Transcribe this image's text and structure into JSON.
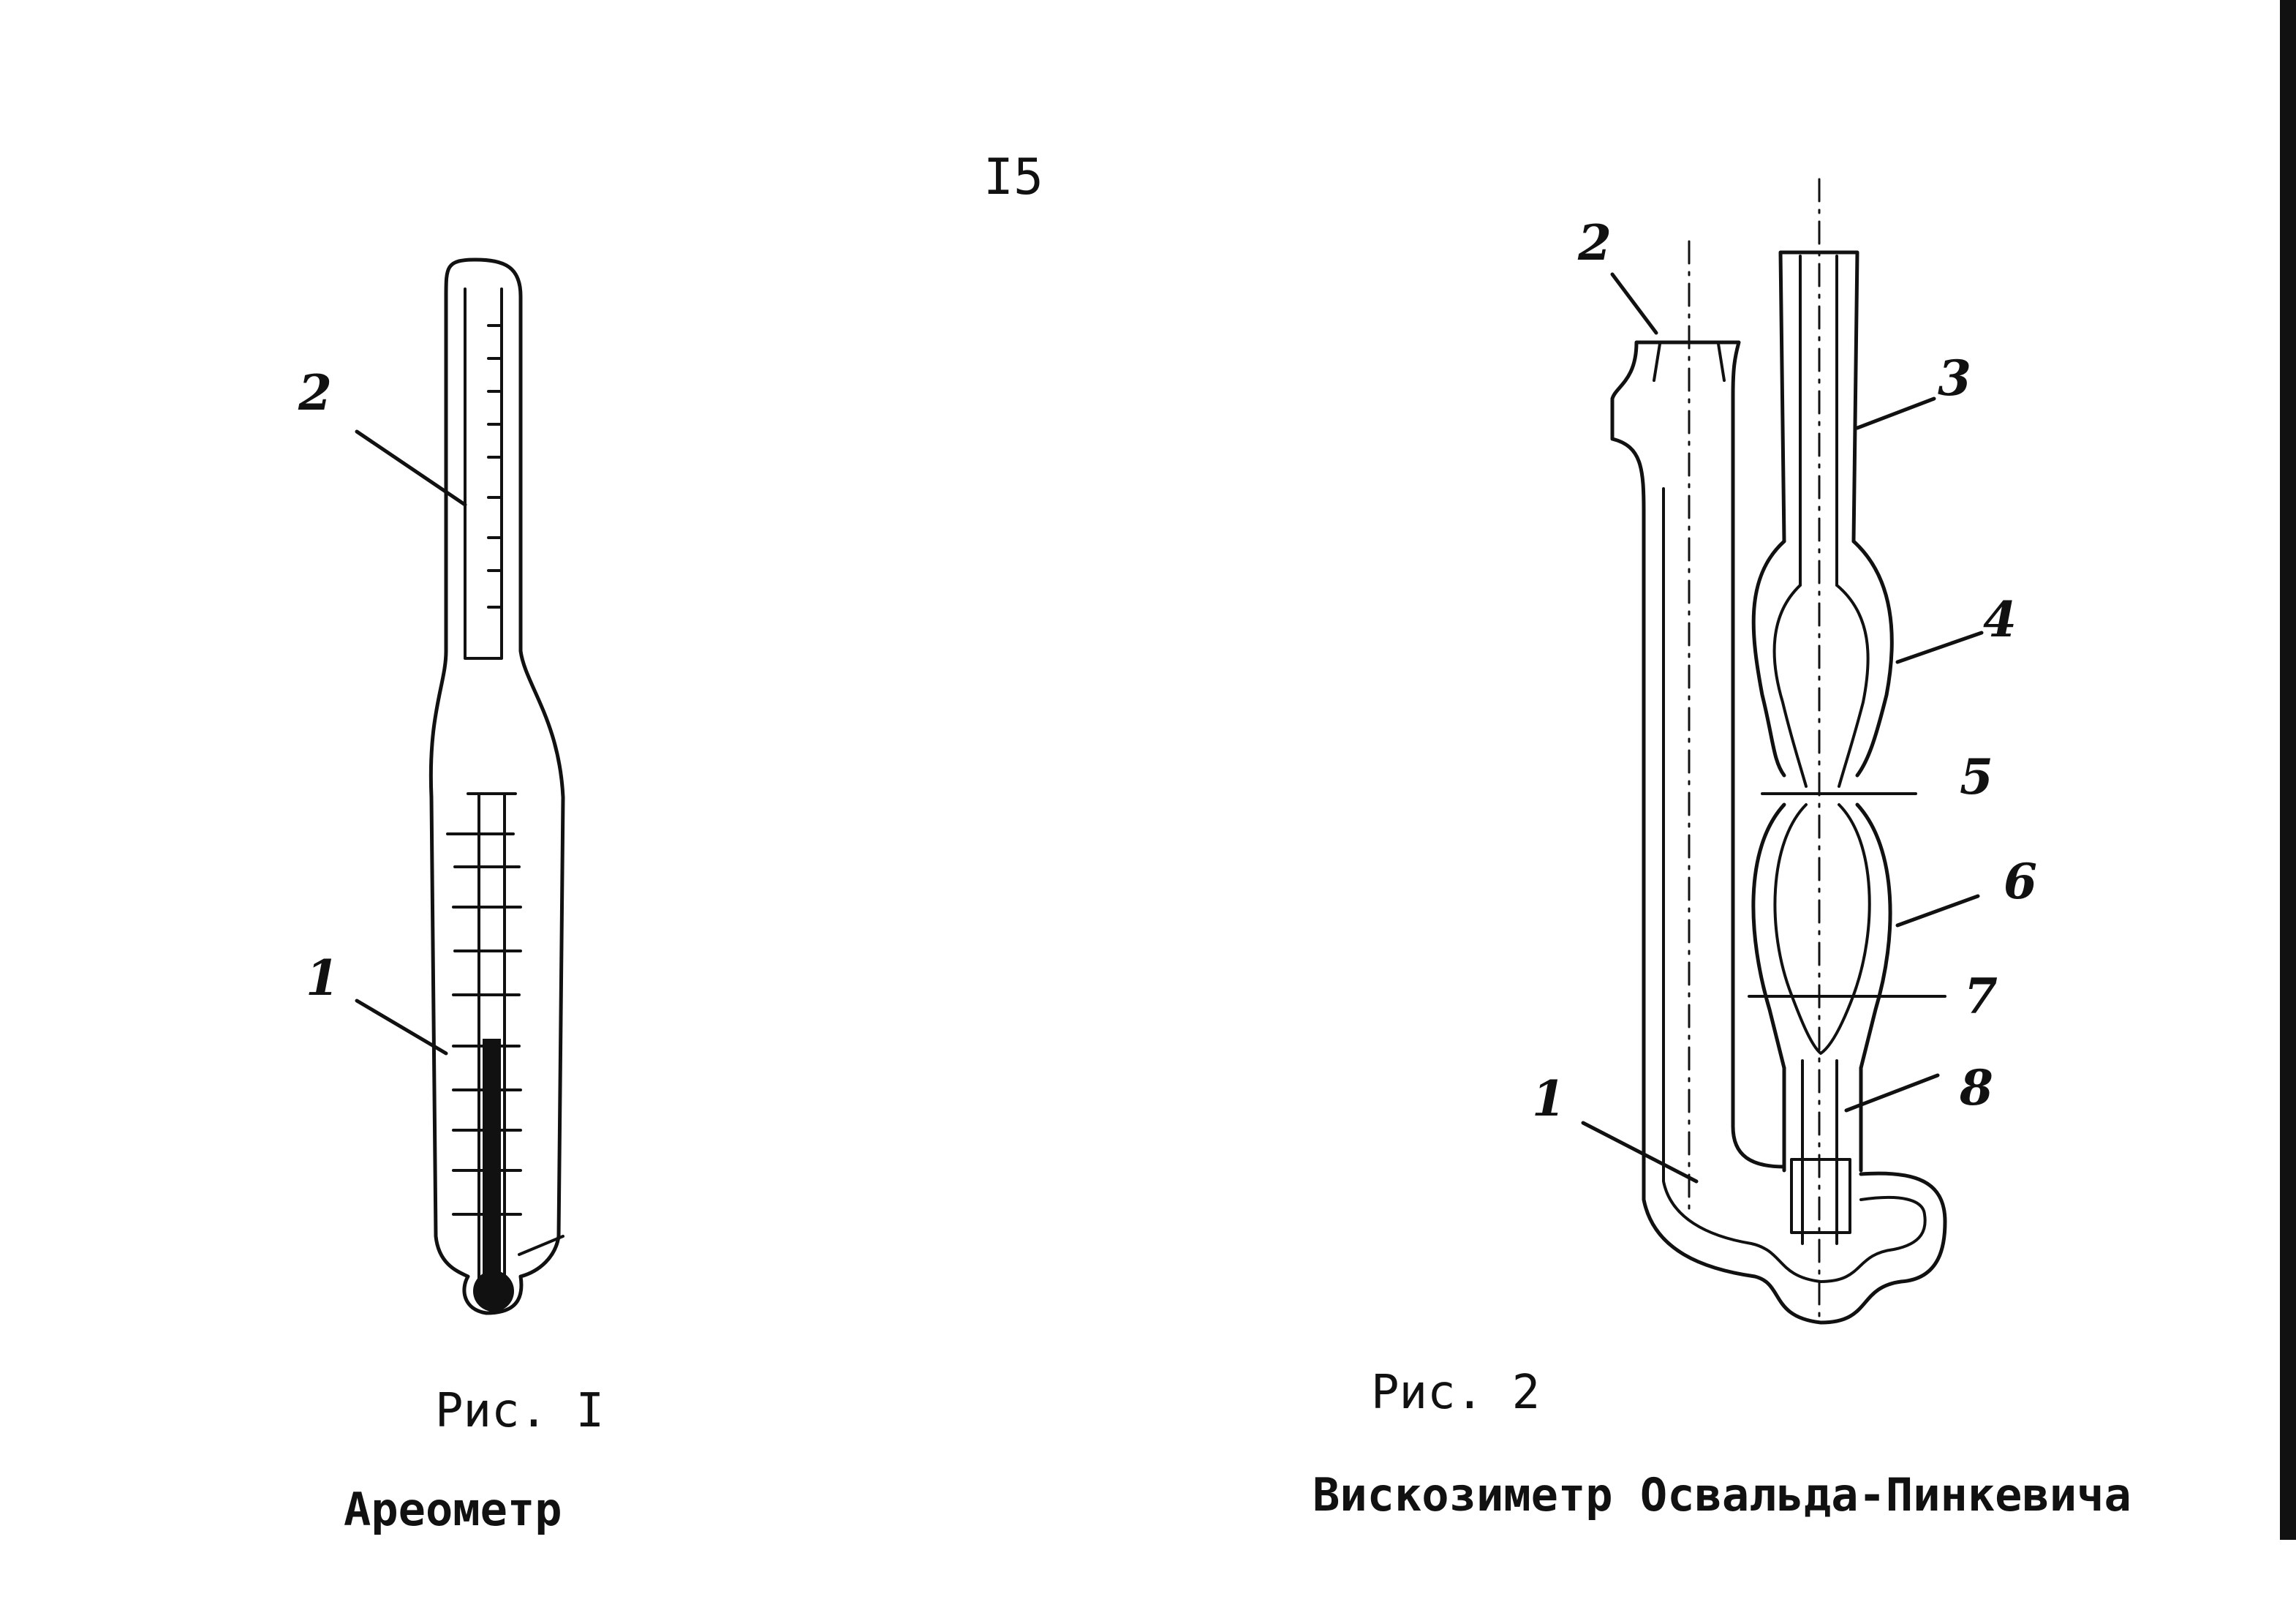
{
  "page_number": "I5",
  "figure1": {
    "caption": "Рис. I",
    "title": "Ареометр",
    "labels": [
      "1",
      "2"
    ]
  },
  "figure2": {
    "caption": "Рис. 2",
    "title": "Вискозиметр Освальда-Пинкевича",
    "labels": [
      "1",
      "2",
      "3",
      "4",
      "5",
      "6",
      "7",
      "8"
    ]
  }
}
